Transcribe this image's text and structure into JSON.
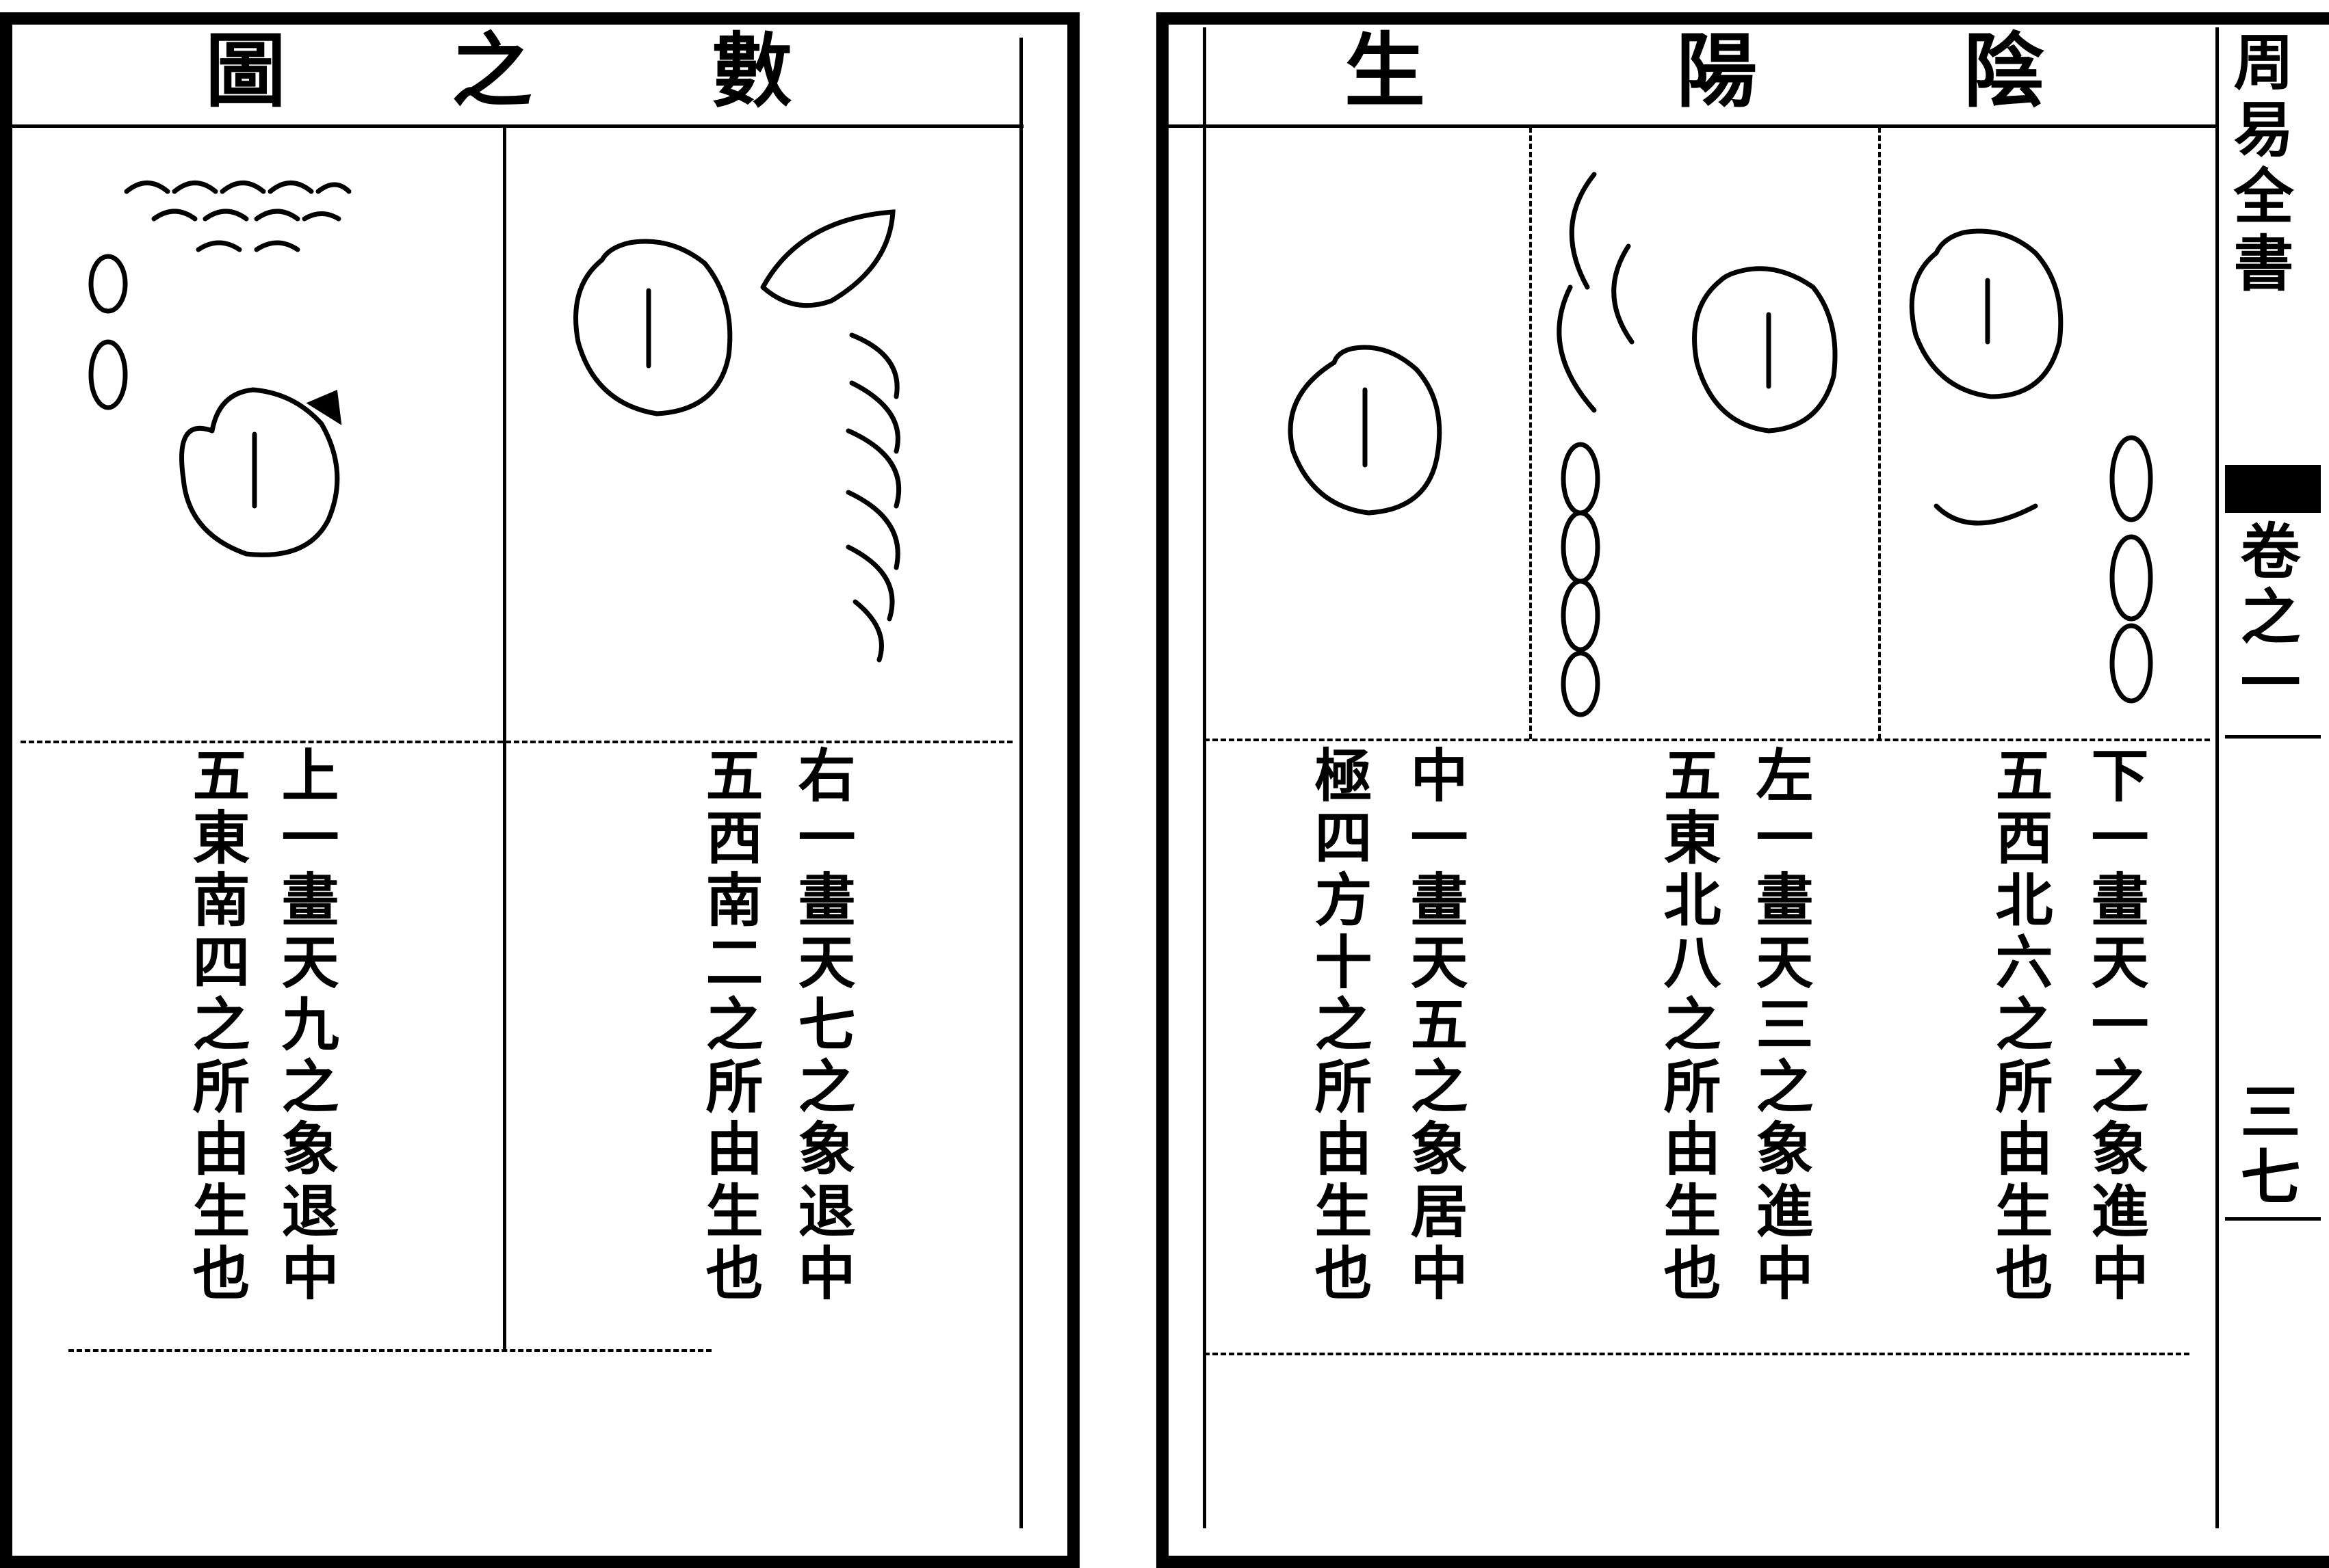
{
  "left_page": {
    "title": [
      "數",
      "之",
      "圖"
    ],
    "captions": {
      "right_col": [
        "右一畫天七之象退中",
        "五西南二之所由生也"
      ],
      "left_col": [
        "上一畫天九之象退中",
        "五東南四之所由生也"
      ]
    }
  },
  "right_page": {
    "title": [
      "陰",
      "陽",
      "生"
    ],
    "captions": {
      "col1": [
        "下一畫天一之象進中",
        "五西北六之所由生也"
      ],
      "col2": [
        "左一畫天三之象進中",
        "五東北八之所由生也"
      ],
      "col3": [
        "中一畫天五之象居中",
        "極四方十之所由生也"
      ]
    },
    "side_margin": {
      "book_title": "周易全書",
      "volume": "卷之一",
      "page_number": "三七"
    }
  }
}
